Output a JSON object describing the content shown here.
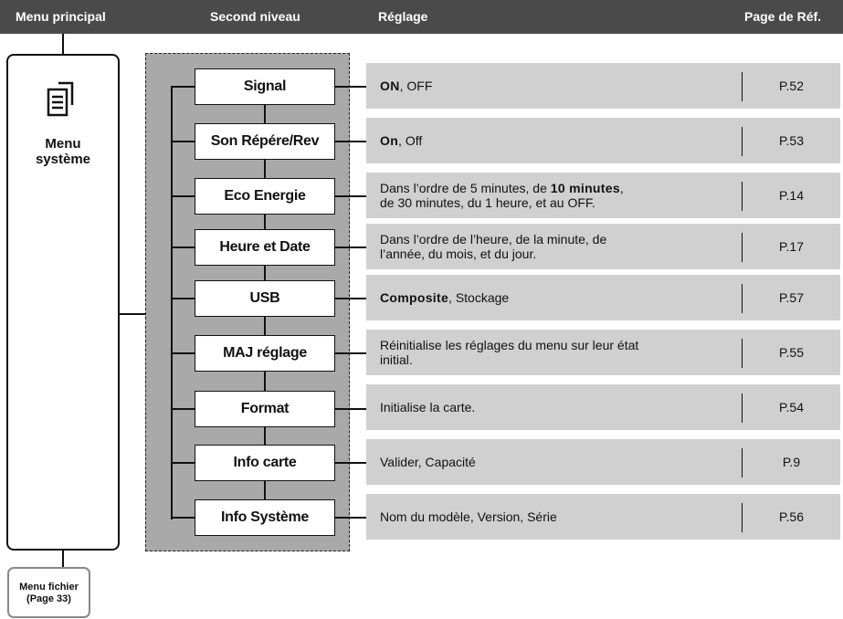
{
  "header": {
    "col1": "Menu principal",
    "col2": "Second niveau",
    "col3": "Réglage",
    "col4": "Page de Réf."
  },
  "main_menu": {
    "label_line1": "Menu",
    "label_line2": "système",
    "icon": "document-list-icon"
  },
  "file_menu": {
    "line1": "Menu fichier",
    "line2": "(Page 33)"
  },
  "items": [
    {
      "label": "Signal",
      "desc_bold": "ON",
      "desc_rest": ", OFF",
      "page": "P.52"
    },
    {
      "label": "Son Répére/Rev",
      "desc_bold": "On",
      "desc_rest": ", Off",
      "page": "P.53"
    },
    {
      "label": "Eco Energie",
      "desc_pre": "Dans l’ordre de 5 minutes, de ",
      "desc_bold": "10 minutes",
      "desc_rest": ",",
      "desc_line2": "de 30 minutes, du 1 heure, et au OFF.",
      "page": "P.14"
    },
    {
      "label": "Heure et Date",
      "desc_line1": "Dans l’ordre de l’heure, de la minute, de",
      "desc_line2": "l’année, du mois, et du jour.",
      "page": "P.17"
    },
    {
      "label": "USB",
      "desc_bold": "Composite",
      "desc_rest": ", Stockage",
      "page": "P.57"
    },
    {
      "label": "MAJ réglage",
      "desc_line1": "Réinitialise les réglages du menu sur leur état",
      "desc_line2": "initial.",
      "page": "P.55"
    },
    {
      "label": "Format",
      "desc_text": "Initialise la carte.",
      "page": "P.54"
    },
    {
      "label": "Info carte",
      "desc_text": "Valider, Capacité",
      "page": "P.9"
    },
    {
      "label": "Info Système",
      "desc_text": "Nom du modèle, Version, Série",
      "page": "P.56"
    }
  ]
}
